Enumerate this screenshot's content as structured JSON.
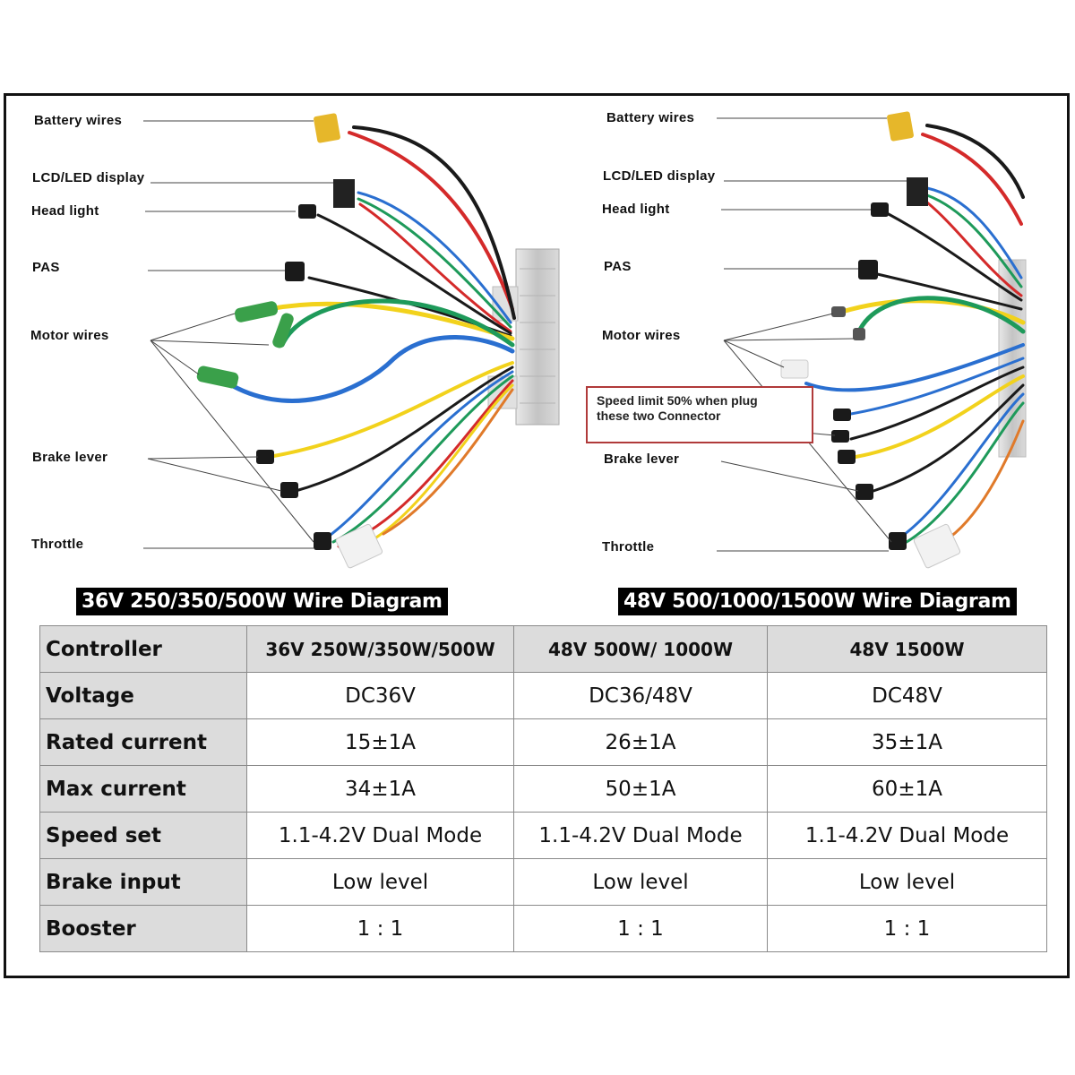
{
  "left_diagram": {
    "labels": {
      "battery": "Battery wires",
      "display": "LCD/LED display",
      "headlight": "Head light",
      "pas": "PAS",
      "motor": "Motor wires",
      "brake": "Brake lever",
      "throttle": "Throttle"
    },
    "banner": "36V 250/350/500W Wire Diagram"
  },
  "right_diagram": {
    "labels": {
      "battery": "Battery wires",
      "display": "LCD/LED display",
      "headlight": "Head light",
      "pas": "PAS",
      "motor": "Motor wires",
      "brake": "Brake lever",
      "throttle": "Throttle"
    },
    "note_line1": "Speed limit 50% when plug",
    "note_line2": "these two Connector",
    "banner": "48V 500/1000/1500W Wire Diagram"
  },
  "spec_table": {
    "header": [
      "Controller",
      "36V 250W/350W/500W",
      "48V 500W/ 1000W",
      "48V 1500W"
    ],
    "rows": [
      [
        "Voltage",
        "DC36V",
        "DC36/48V",
        "DC48V"
      ],
      [
        "Rated current",
        "15±1A",
        "26±1A",
        "35±1A"
      ],
      [
        "Max current",
        "34±1A",
        "50±1A",
        "60±1A"
      ],
      [
        "Speed set",
        "1.1-4.2V Dual Mode",
        "1.1-4.2V Dual Mode",
        "1.1-4.2V Dual Mode"
      ],
      [
        "Brake input",
        "Low level",
        "Low level",
        "Low level"
      ],
      [
        "Booster",
        "1 : 1",
        "1 : 1",
        "1 : 1"
      ]
    ]
  },
  "colors": {
    "red_wire": "#d42a2a",
    "black_wire": "#1a1a1a",
    "yellow_wire": "#f2d21c",
    "green_wire": "#1e9a5a",
    "blue_wire": "#2a6fd0",
    "motor_connector": "#3aa04a",
    "battery_connector": "#e6b72a",
    "controller_body": "#c9c9c9",
    "note_border": "#b03a3a"
  }
}
